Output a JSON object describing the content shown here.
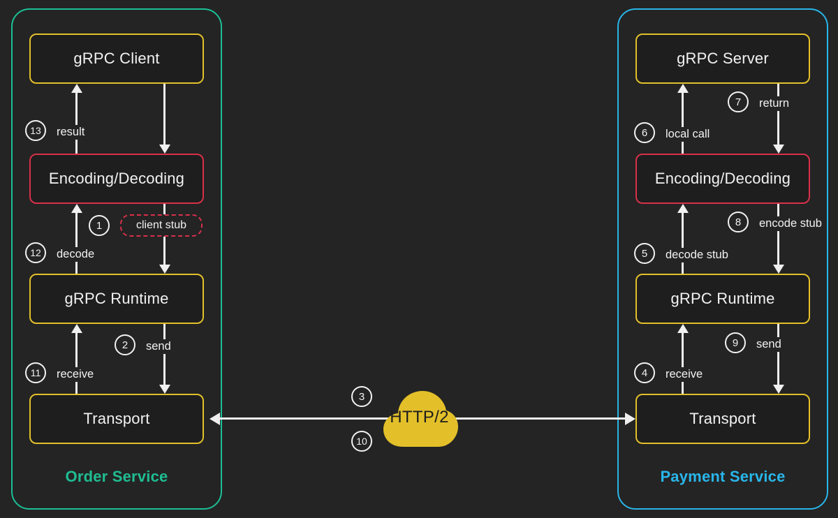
{
  "background": "#242424",
  "colors": {
    "order_accent": "#1bbf97",
    "payment_accent": "#29b6ea",
    "node_border": "#e3c02a",
    "codec_border": "#d8304a",
    "cloud": "#e3c02a",
    "line": "#f0f0f0"
  },
  "left_panel": {
    "title": "Order Service",
    "nodes": {
      "client": "gRPC Client",
      "codec": "Encoding/Decoding",
      "runtime": "gRPC Runtime",
      "transport": "Transport"
    },
    "stub": "client stub",
    "steps": [
      {
        "num": "1",
        "label": ""
      },
      {
        "num": "2",
        "label": "send"
      },
      {
        "num": "11",
        "label": "receive"
      },
      {
        "num": "12",
        "label": "decode"
      },
      {
        "num": "13",
        "label": "result"
      }
    ]
  },
  "right_panel": {
    "title": "Payment Service",
    "nodes": {
      "server": "gRPC Server",
      "codec": "Encoding/Decoding",
      "runtime": "gRPC Runtime",
      "transport": "Transport"
    },
    "steps": [
      {
        "num": "4",
        "label": "receive"
      },
      {
        "num": "5",
        "label": "decode stub"
      },
      {
        "num": "6",
        "label": "local call"
      },
      {
        "num": "7",
        "label": "return"
      },
      {
        "num": "8",
        "label": "encode stub"
      },
      {
        "num": "9",
        "label": "send"
      }
    ]
  },
  "link": {
    "cloud_label": "HTTP/2",
    "step_top": "3",
    "step_bottom": "10"
  }
}
